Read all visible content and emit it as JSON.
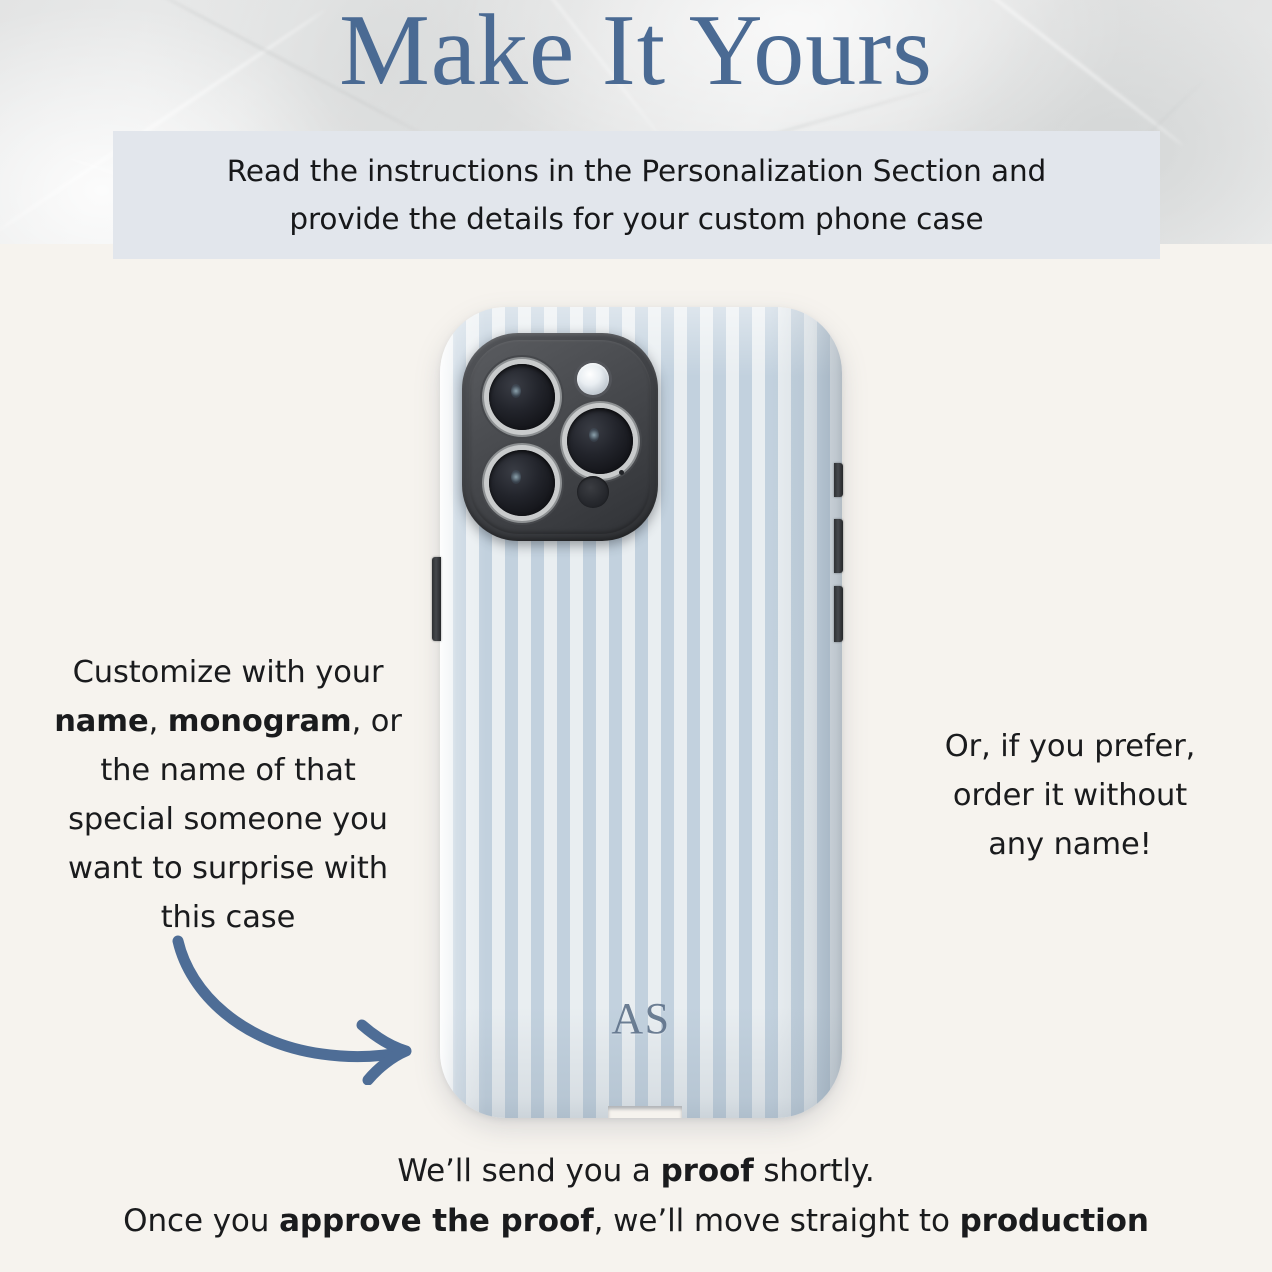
{
  "page": {
    "background_color": "#f6f3ee",
    "accent_color": "#4a6a93",
    "header_band_color": "#e6e7e7"
  },
  "header": {
    "title": "Make It Yours",
    "title_color": "#4a6a93",
    "instruction_box": {
      "background_color": "#e2e6ec",
      "text_line_1": "Read the instructions in the Personalization Section and",
      "text_line_2": "provide the details for your custom phone case",
      "text_full": "Read the instructions in the Personalization Section and provide the details for your custom phone case"
    }
  },
  "left_callout": {
    "line_1_plain": "Customize with your",
    "bold_1": "name",
    "separator_1": ", ",
    "bold_2": "monogram",
    "line_2_tail": ", or",
    "line_3": "the name of that",
    "line_4": "special someone you",
    "line_5": "want to surprise with",
    "line_6": "this case",
    "full_text": "Customize with your name, monogram, or the name of that special someone you want to surprise with this case"
  },
  "right_callout": {
    "line_1": "Or, if you prefer,",
    "line_2": "order it without",
    "line_3": "any name!",
    "full_text": "Or, if you prefer, order it without any name!"
  },
  "bottom_callout": {
    "line_1_a": "We’ll send you a ",
    "line_1_bold": "proof",
    "line_1_b": " shortly.",
    "line_2_a": "Once you ",
    "line_2_bold_1": "approve the proof",
    "line_2_b": ", we’ll move straight to ",
    "line_2_bold_2": "production",
    "full_text": "We’ll send you a proof shortly. Once you approve the proof, we’ll move straight to production"
  },
  "product": {
    "type": "phone-case",
    "monogram": "AS",
    "monogram_color": "#5b6f87",
    "pattern": "vertical-stripes",
    "stripe_light_color": "#e9eef1",
    "stripe_blue_color": "#c2d1de",
    "camera": {
      "module_color": "#44464a",
      "lens_count": 3,
      "has_flash": true,
      "has_lidar": true
    },
    "buttons": {
      "action_button": "action-button",
      "mute_switch": "mute-switch",
      "volume_up": "volume-up-button",
      "volume_down": "volume-down-button"
    }
  },
  "arrow": {
    "name": "curved-arrow",
    "color": "#4e6d96",
    "direction": "down-right"
  }
}
